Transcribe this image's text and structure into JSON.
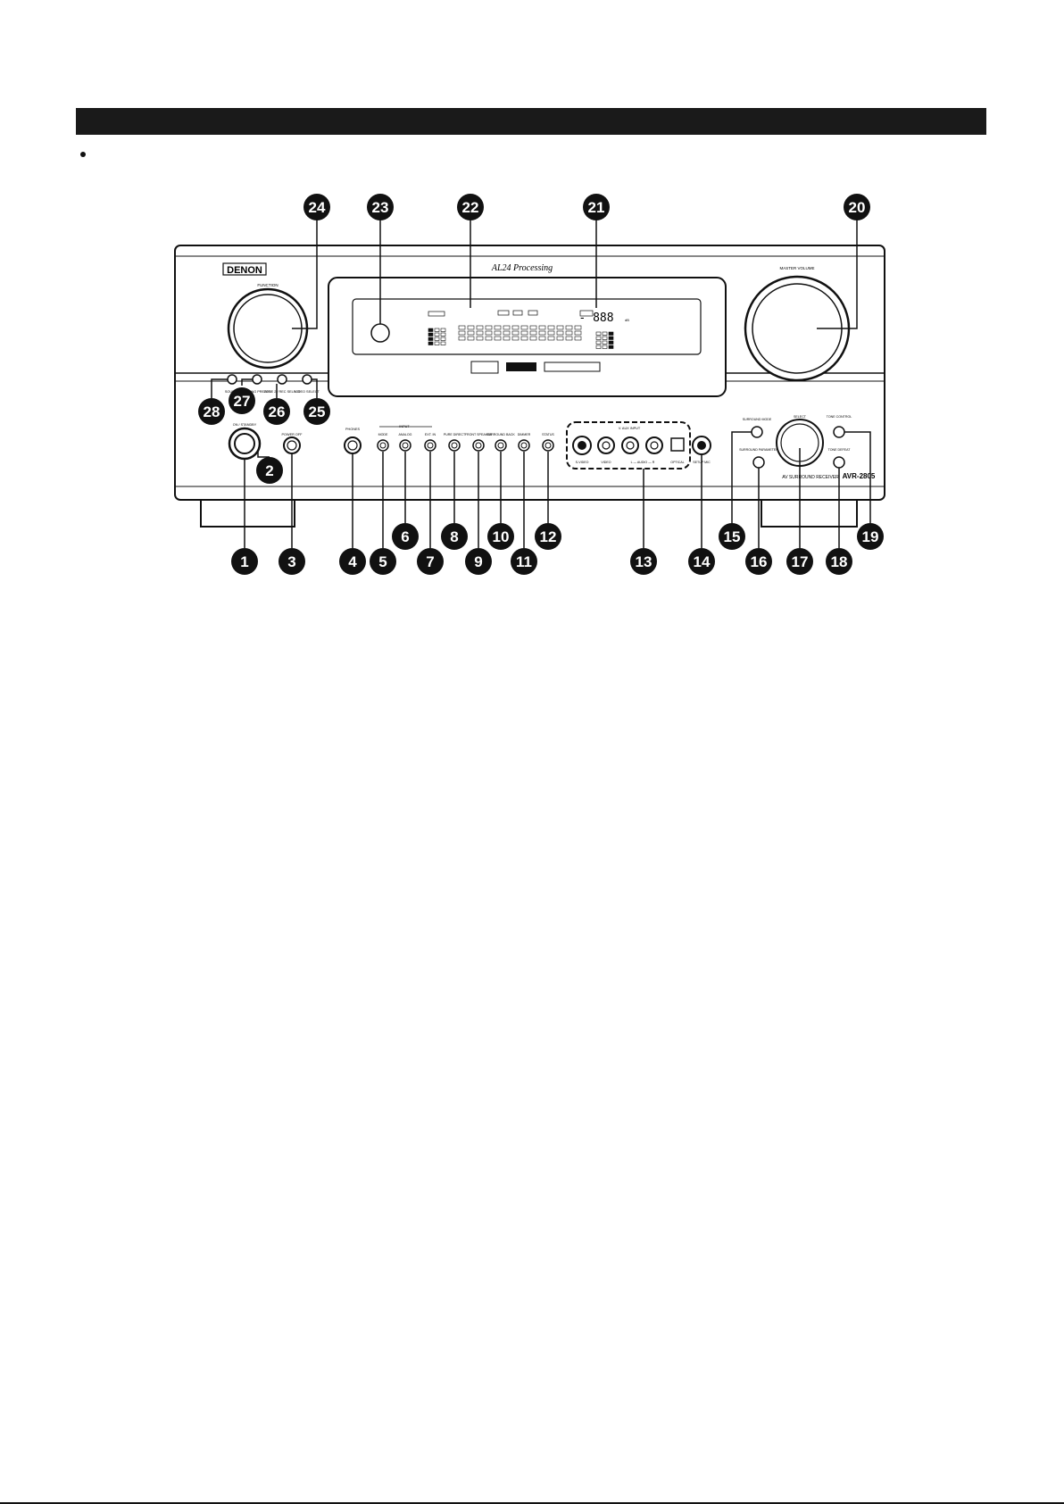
{
  "brand": {
    "logo": "DENON",
    "processing_logo": "AL24 Processing",
    "model": "AVR-2805"
  },
  "labels": {
    "function": "FUNCTION",
    "master_volume": "MASTER VOLUME",
    "source": "SOURCE",
    "tuning_preset": "TUNING PRESET",
    "zone2_rec_select": "ZONE 2 / REC SELECT",
    "video_select": "VIDEO SELECT",
    "on_standby": "ON / STANDBY",
    "power_off": "POWER OFF",
    "phones": "PHONES",
    "input": "INPUT",
    "mode": "MODE",
    "analog": "ANALOG",
    "ext_in": "EXT. IN",
    "pure_direct": "PURE DIRECT",
    "front_speaker": "FRONT SPEAKER",
    "surround_back": "SURROUND BACK",
    "dimmer": "DIMMER",
    "status": "STATUS",
    "v_aux_input": "V. AUX INPUT",
    "s_video": "S-VIDEO",
    "video": "VIDEO",
    "audio_lr": "L — AUDIO — R",
    "optical": "OPTICAL",
    "setup_mic": "SETUP MIC",
    "surround_mode": "SURROUND MODE",
    "surround_parameter": "SURROUND PARAMETER",
    "select": "SELECT",
    "tone_control": "TONE CONTROL",
    "tone_defeat": "TONE DEFEAT",
    "receiver_text": "AV SURROUND RECEIVER"
  },
  "display": {
    "volume_readout": "- 888",
    "db": "dB"
  },
  "callouts": {
    "c1": "❶",
    "c2": "❷",
    "c3": "❸",
    "c4": "❹",
    "c5": "❺",
    "c6": "❻",
    "c7": "❼",
    "c8": "❽",
    "c9": "❾",
    "c10": "❿",
    "c11": "⓫",
    "c12": "⓬",
    "c13": "⓭",
    "c14": "⓮",
    "c15": "⓯",
    "c16": "⓰",
    "c17": "⓱",
    "c18": "⓲",
    "c19": "⓳",
    "c20": "⓴",
    "c21": "21",
    "c22": "22",
    "c23": "23",
    "c24": "24",
    "c25": "25",
    "c26": "26",
    "c27": "27",
    "c28": "28"
  }
}
